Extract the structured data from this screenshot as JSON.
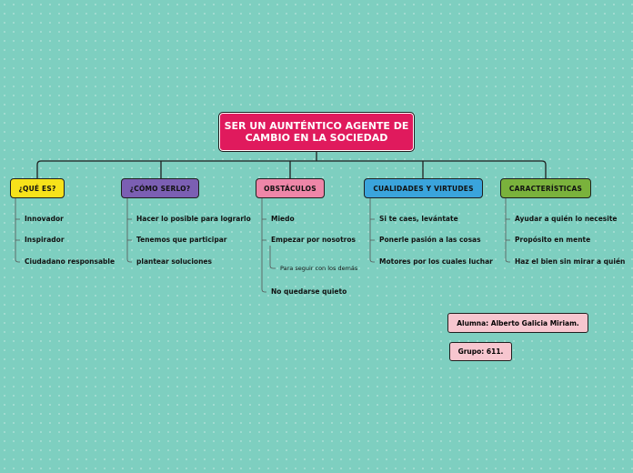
{
  "title": "SER UN AUNTÉNTICO AGENTE DE CAMBIO EN LA SOCIEDAD",
  "colors": {
    "background": "#7ecfc0",
    "root": "#e01a5d",
    "que_es": "#f7e21a",
    "como_serlo": "#7b5fb3",
    "obstaculos": "#ee86a8",
    "cualidades": "#3aa4dc",
    "caracteristicas": "#7ab23c",
    "info": "#f7c6cf"
  },
  "categories": [
    {
      "label": "¿QUÉ ES?",
      "items": [
        "Innovador",
        "Inspirador",
        "Ciudadano responsable"
      ]
    },
    {
      "label": "¿CÓMO SERLO?",
      "items": [
        "Hacer lo posible para lograrlo",
        "Tenemos que participar",
        "plantear soluciones"
      ]
    },
    {
      "label": "OBSTÁCULOS",
      "items": [
        "Miedo",
        "Empezar por nosotros",
        "No quedarse quieto"
      ],
      "subitem": "Para seguir con los demás"
    },
    {
      "label": "CUALIDADES Y VIRTUDES",
      "items": [
        "Si te caes, levántate",
        "Ponerle pasión a las cosas",
        "Motores por los cuales luchar"
      ]
    },
    {
      "label": "CARACTERÍSTICAS",
      "items": [
        "Ayudar a quién lo necesite",
        "Propósito en mente",
        "Haz el bien sin mirar a quién"
      ]
    }
  ],
  "info": {
    "alumna": "Alumna: Alberto Galicia Miriam.",
    "grupo": "Grupo: 611."
  }
}
